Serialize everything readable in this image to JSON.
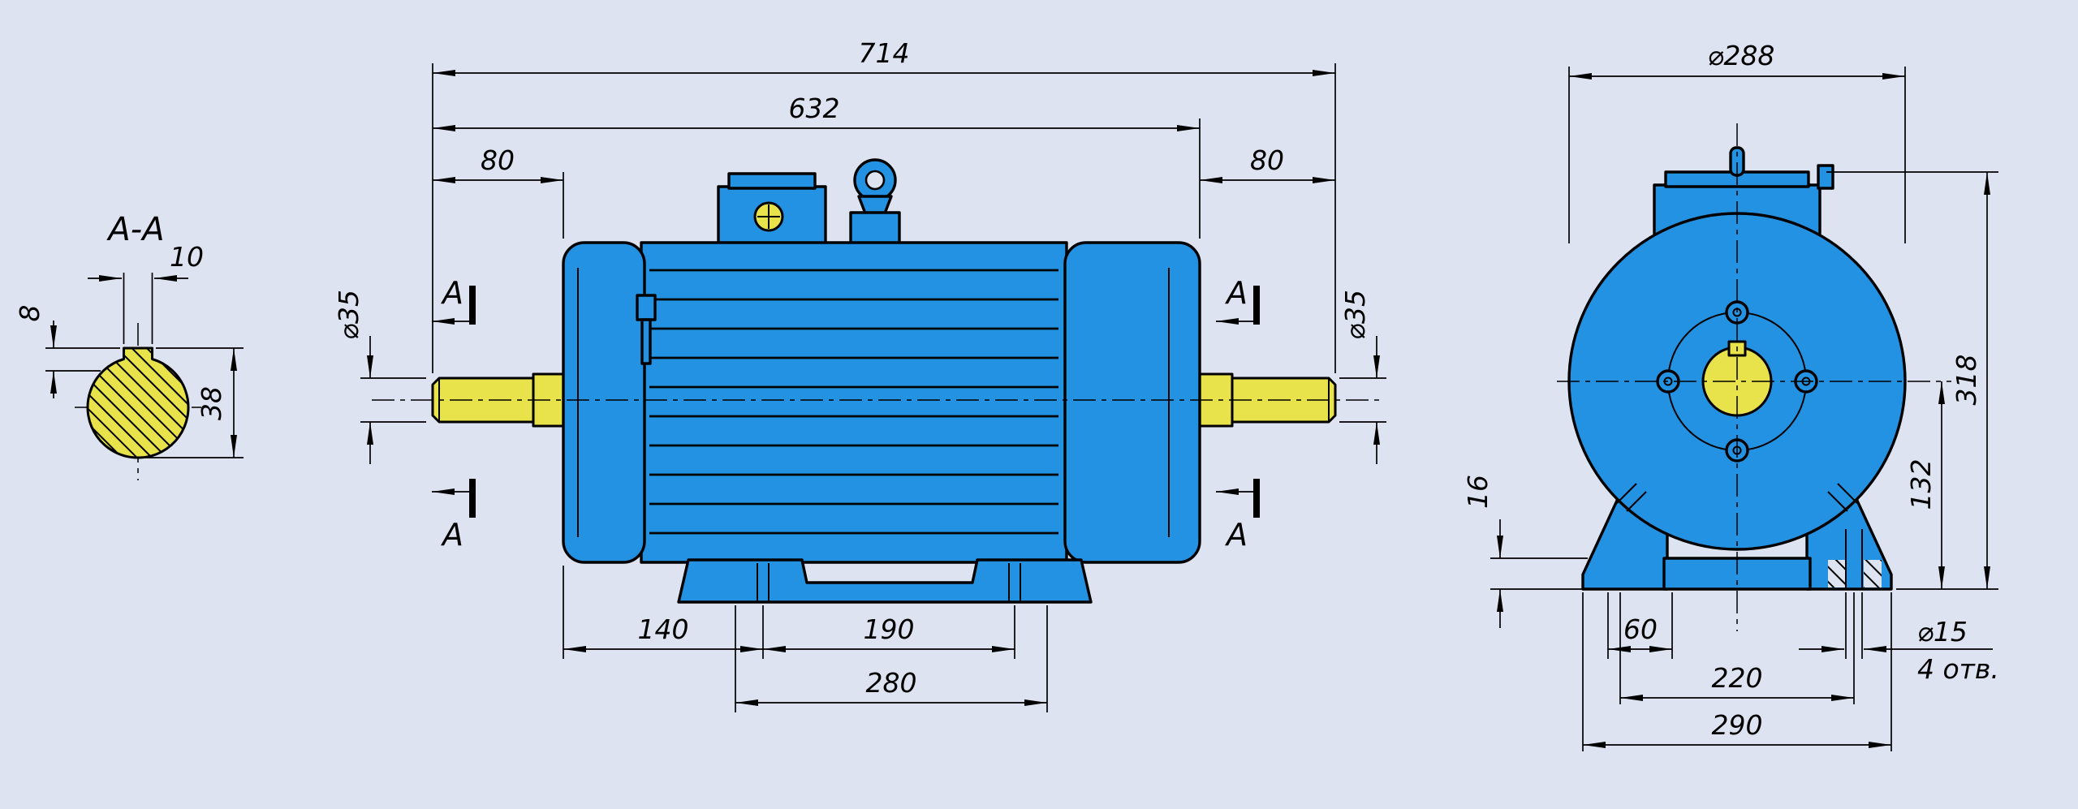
{
  "colors": {
    "background": "#dde3f1",
    "body_fill": "#2492e2",
    "shaft_fill": "#e8e24b",
    "line": "#000000"
  },
  "section_view": {
    "label": "A-A",
    "key_width": "10",
    "key_height": "8",
    "shaft_height": "38"
  },
  "side_view": {
    "overall_length": "714",
    "frame_length": "632",
    "shaft_ext_left": "80",
    "shaft_ext_right": "80",
    "shaft_dia_left": "⌀35",
    "shaft_dia_right": "⌀35",
    "foot_offset": "140",
    "foot_hole_span": "190",
    "foot_outer_span": "280",
    "section_letter": "A"
  },
  "front_view": {
    "frame_dia": "⌀288",
    "overall_height": "318",
    "axis_height": "132",
    "foot_plate_thickness": "16",
    "foot_pad_width": "60",
    "foot_hole_span": "220",
    "foot_base_width": "290",
    "foot_hole_dia": "⌀15",
    "foot_hole_count": "4 отв."
  }
}
